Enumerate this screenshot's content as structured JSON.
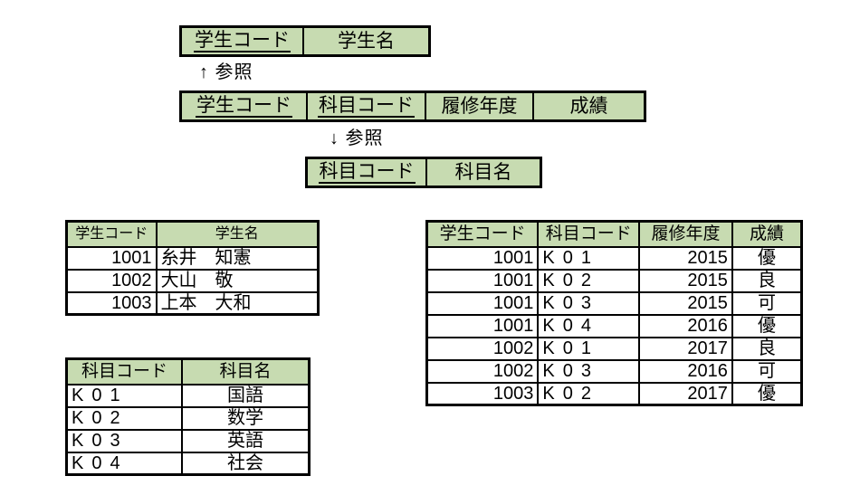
{
  "colors": {
    "header_green": "#c7dbb1",
    "border_black": "#000000",
    "text": "#000000",
    "background": "#ffffff"
  },
  "schema": {
    "ref_up_label": "↑ 参照",
    "ref_down_label": "↓ 参照",
    "student_box": {
      "cells": [
        {
          "label": "学生コード",
          "primary_key": true
        },
        {
          "label": "学生名",
          "primary_key": false
        }
      ]
    },
    "enrollment_box": {
      "cells": [
        {
          "label": "学生コード",
          "primary_key": true
        },
        {
          "label": "科目コード",
          "primary_key": true
        },
        {
          "label": "履修年度",
          "primary_key": false
        },
        {
          "label": "成績",
          "primary_key": false
        }
      ]
    },
    "subject_box": {
      "cells": [
        {
          "label": "科目コード",
          "primary_key": true
        },
        {
          "label": "科目名",
          "primary_key": false
        }
      ]
    }
  },
  "student_table": {
    "headers": [
      "学生コード",
      "学生名"
    ],
    "rows": [
      [
        "1001",
        "糸井　知憲"
      ],
      [
        "1002",
        "大山　敬"
      ],
      [
        "1003",
        "上本　大和"
      ]
    ]
  },
  "subject_table": {
    "headers": [
      "科目コード",
      "科目名"
    ],
    "rows": [
      [
        "K01",
        "国語"
      ],
      [
        "K02",
        "数学"
      ],
      [
        "K03",
        "英語"
      ],
      [
        "K04",
        "社会"
      ]
    ]
  },
  "enrollment_table": {
    "headers": [
      "学生コード",
      "科目コード",
      "履修年度",
      "成績"
    ],
    "rows": [
      [
        "1001",
        "K01",
        "2015",
        "優"
      ],
      [
        "1001",
        "K02",
        "2015",
        "良"
      ],
      [
        "1001",
        "K03",
        "2015",
        "可"
      ],
      [
        "1001",
        "K04",
        "2016",
        "優"
      ],
      [
        "1002",
        "K01",
        "2017",
        "良"
      ],
      [
        "1002",
        "K03",
        "2016",
        "可"
      ],
      [
        "1003",
        "K02",
        "2017",
        "優"
      ]
    ]
  }
}
